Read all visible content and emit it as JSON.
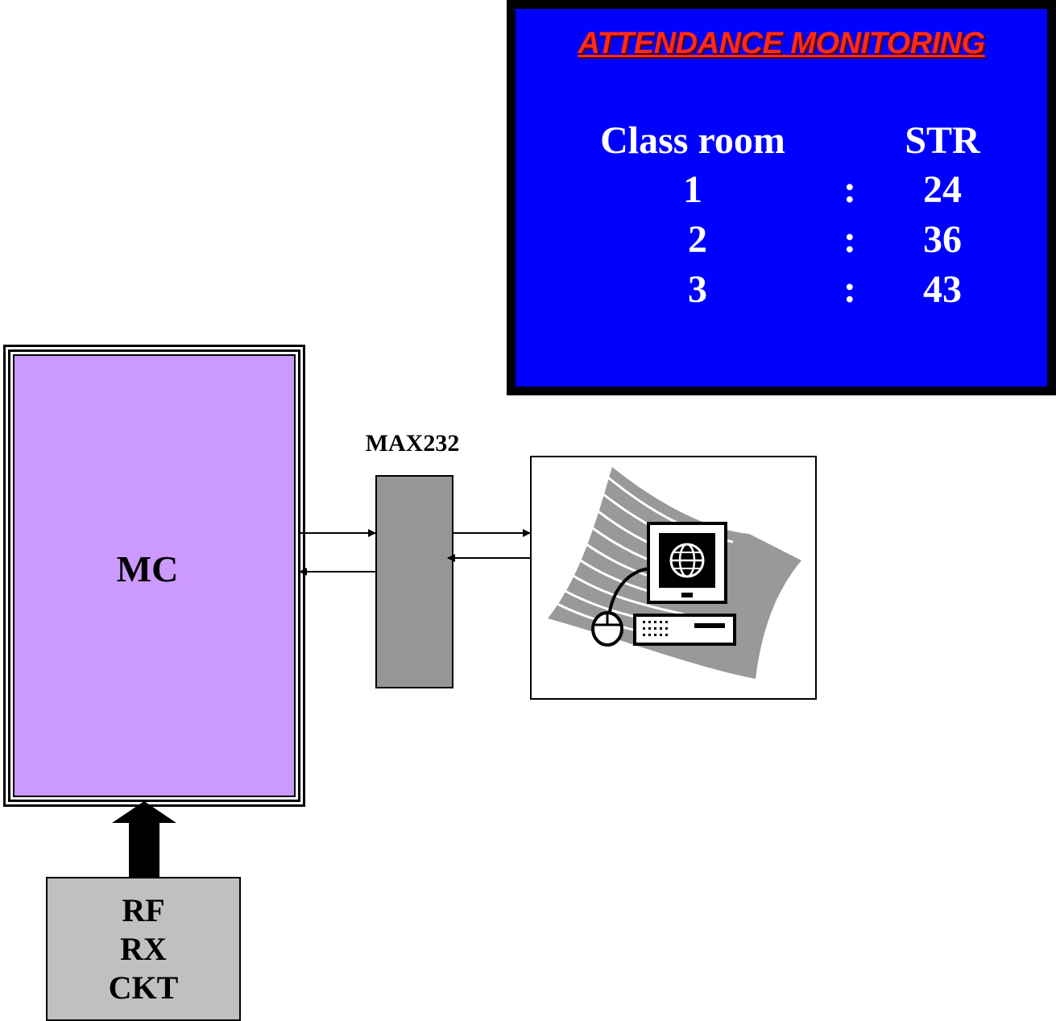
{
  "display": {
    "title": "ATTENDANCE MONITORING",
    "header_room": "Class room",
    "header_str": "STR",
    "rows": [
      {
        "room": "1",
        "sep": ":",
        "str": "24"
      },
      {
        "room": "2",
        "sep": ":",
        "str": "36"
      },
      {
        "room": "3",
        "sep": ":",
        "str": "43"
      }
    ],
    "background_color": "#0000ff",
    "title_color": "#ff2a1a"
  },
  "blocks": {
    "mc": "MC",
    "max232": "MAX232",
    "rf_lines": [
      "RF",
      "RX",
      "CKT"
    ],
    "pc_icon": "computer-icon"
  },
  "colors": {
    "mc_fill": "#cc99ff",
    "max_fill": "#969696",
    "rf_fill": "#c0c0c0"
  }
}
